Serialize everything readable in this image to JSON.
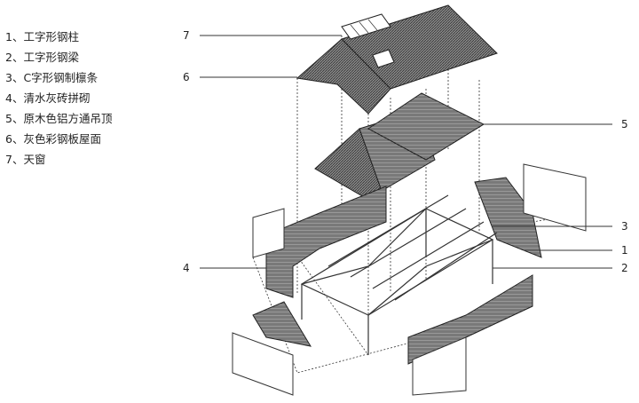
{
  "legend": [
    "1、工字形钢柱",
    "2、工字形钢梁",
    "3、C字形钢制檩条",
    "4、清水灰砖拼砌",
    "5、原木色铝方通吊顶",
    "6、灰色彩钢板屋面",
    "7、天窗"
  ],
  "callouts": {
    "c7": "7",
    "c6": "6",
    "c5": "5",
    "c3": "3",
    "c1": "1",
    "c2": "2",
    "c4": "4"
  },
  "colors": {
    "roof": "#555555",
    "brick": "#777777",
    "line": "#333333"
  }
}
